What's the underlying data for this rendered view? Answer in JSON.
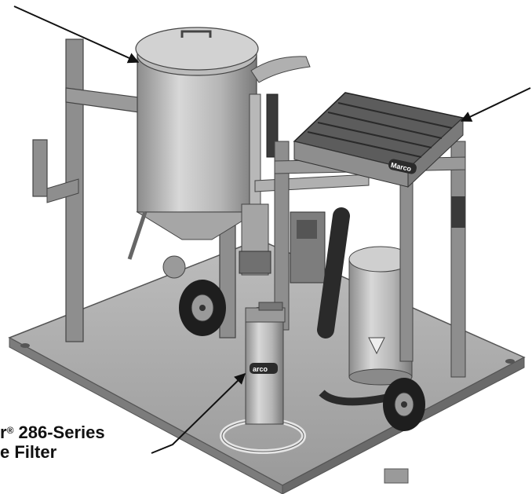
{
  "callouts": {
    "filter": {
      "line1_prefix": "r",
      "line1_mark": "®",
      "line1_suffix": " 286-Series",
      "line2": "e Filter"
    }
  },
  "labels": {
    "vessel_plate": "Marco",
    "filter_plate": "arco"
  },
  "colors": {
    "background": "#ffffff",
    "metal_light": "#c9c9c9",
    "metal_mid": "#a8a8a8",
    "metal_dark": "#6d6d6d",
    "frame": "#8e8e8e",
    "tire": "#1e1e1e",
    "ink": "#111111"
  }
}
